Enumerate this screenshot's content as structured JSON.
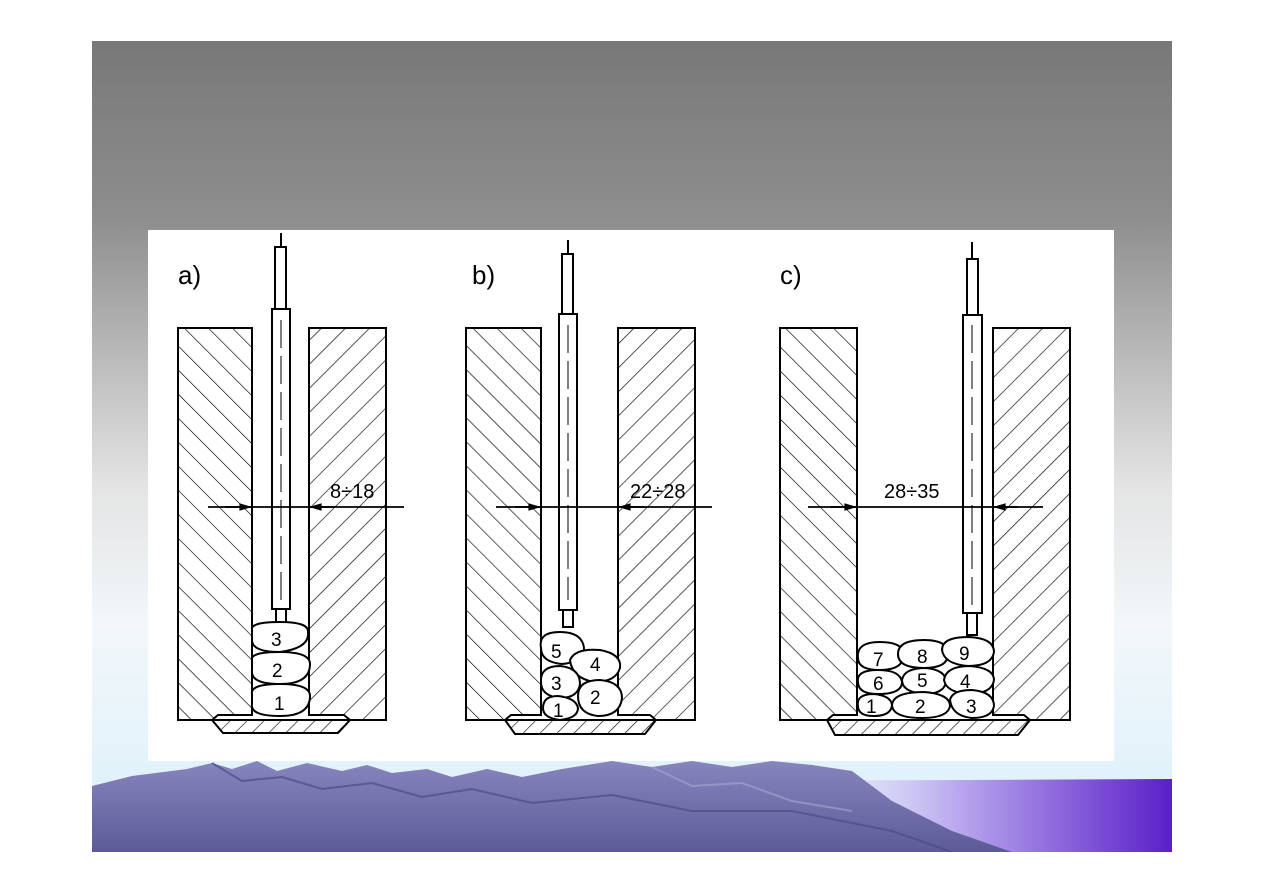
{
  "panels": [
    {
      "label": "a)",
      "dimension": "8÷18",
      "beads": [
        "1",
        "2",
        "3"
      ]
    },
    {
      "label": "b)",
      "dimension": "22÷28",
      "beads": [
        "1",
        "2",
        "3",
        "4",
        "5"
      ]
    },
    {
      "label": "c)",
      "dimension": "28÷35",
      "beads": [
        "1",
        "2",
        "3",
        "4",
        "5",
        "6",
        "7",
        "8",
        "9"
      ]
    }
  ],
  "colors": {
    "background_top": "#787878",
    "background_bottom": "#d8eef9",
    "mountain": "#6d6aa6",
    "accent": "#5a1fc8",
    "line": "#000000"
  }
}
